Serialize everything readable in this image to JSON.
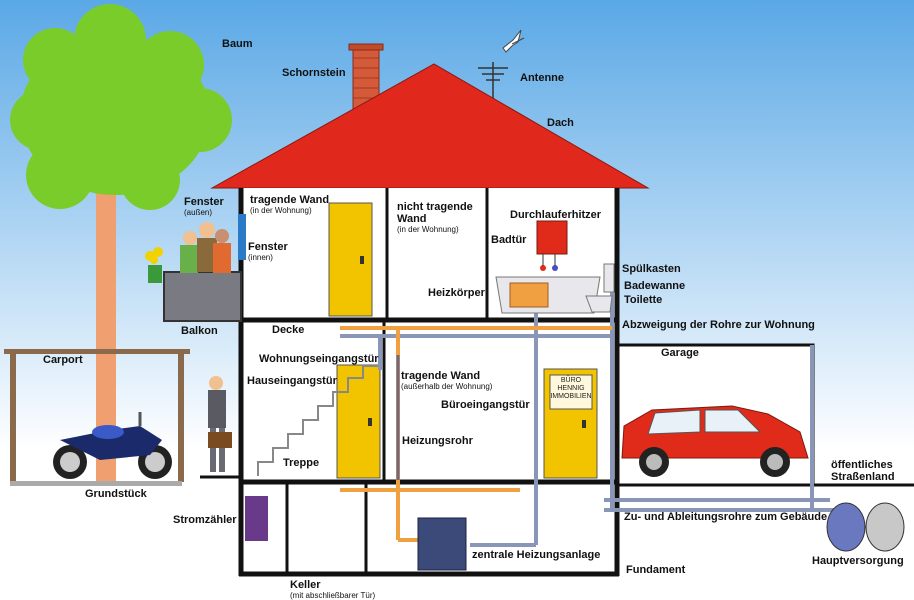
{
  "labels": {
    "baum": "Baum",
    "schornstein": "Schornstein",
    "antenne": "Antenne",
    "dach": "Dach",
    "fenster_aussen": "Fenster",
    "fenster_aussen_sub": "(außen)",
    "tragende_wand_innen": "tragende Wand",
    "tragende_wand_innen_sub": "(in der Wohnung)",
    "fenster_innen": "Fenster",
    "fenster_innen_sub": "(innen)",
    "nicht_tragende_wand_1": "nicht tragende",
    "nicht_tragende_wand_2": "Wand",
    "nicht_tragende_wand_sub": "(in der Wohnung)",
    "durchlauferhitzer": "Durchlauferhitzer",
    "badtuer": "Badtür",
    "spuelkasten": "Spülkasten",
    "badewanne": "Badewanne",
    "toilette": "Toilette",
    "heizkoerper": "Heizkörper",
    "balkon": "Balkon",
    "decke": "Decke",
    "abzweigung": "Abzweigung der Rohre zur Wohnung",
    "carport": "Carport",
    "garage": "Garage",
    "wohnungseingangstuer": "Wohnungseingangstür",
    "hauseingangstuer": "Hauseingangstür",
    "tragende_wand_aussen": "tragende Wand",
    "tragende_wand_aussen_sub": "(außerhalb der Wohnung)",
    "bueroeingangstuer": "Büroeingangstür",
    "heizungsrohr": "Heizungsrohr",
    "treppe": "Treppe",
    "grundstueck": "Grundstück",
    "oeffentliches_1": "öffentliches",
    "oeffentliches_2": "Straßenland",
    "stromzaehler": "Stromzähler",
    "zu_ableitungsrohre": "Zu- und Ableitungsrohre zum Gebäude",
    "hauptversorgung": "Hauptversorgung",
    "zentrale_heizung": "zentrale Heizungsanlage",
    "fundament": "Fundament",
    "keller": "Keller",
    "keller_sub": "(mit abschließbarer Tür)",
    "sign_line1": "BÜRO",
    "sign_line2": "HENNIG",
    "sign_line3": "IMMOBILIEN"
  },
  "colors": {
    "sky_top": "#5aa8e6",
    "sky_bottom": "#ffffff",
    "roof": "#e0281c",
    "chimney": "#d45a3a",
    "tree_crown": "#7acc2a",
    "tree_trunk": "#f0a070",
    "door_yellow": "#f2c400",
    "wall": "#111111",
    "pipe_grey": "#8a96b8",
    "pipe_orange": "#f0a040",
    "heater_red": "#e02a1a",
    "car_red": "#e02a1a",
    "meter_purple": "#6a3a8a",
    "boiler_blue": "#3c4a7a",
    "balcony_grey": "#7a7a82",
    "tank_blue": "#6a78c0",
    "tank_grey": "#c8c8c8"
  }
}
